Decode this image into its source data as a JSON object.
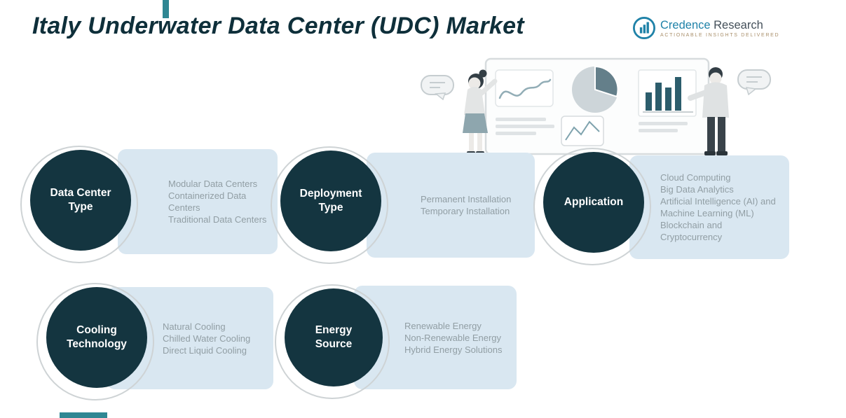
{
  "title": "Italy Underwater Data Center (UDC) Market",
  "logo": {
    "name_primary": "Credence",
    "name_secondary": "Research",
    "tagline": "Actionable Insights Delivered"
  },
  "segments": [
    {
      "label": "Data Center Type",
      "items": [
        "Modular Data Centers",
        "Containerized Data Centers",
        "Traditional Data Centers"
      ]
    },
    {
      "label": "Deployment Type",
      "items": [
        "Permanent Installation",
        "Temporary Installation"
      ]
    },
    {
      "label": "Application",
      "items": [
        "Cloud Computing",
        "Big Data Analytics",
        "Artificial Intelligence (AI) and Machine Learning (ML)",
        "Blockchain and Cryptocurrency"
      ]
    },
    {
      "label": "Cooling Technology",
      "items": [
        "Natural Cooling",
        "Chilled Water Cooling",
        "Direct Liquid Cooling"
      ]
    },
    {
      "label": "Energy Source",
      "items": [
        "Renewable Energy",
        "Non-Renewable Energy",
        "Hybrid Energy Solutions"
      ]
    }
  ],
  "colors": {
    "circle": "#143540",
    "card": "#D9E7F1",
    "title": "#0E2F3A",
    "accent": "#2F8793",
    "item_text": "#919EA4",
    "logo_teal": "#1F82A8"
  }
}
